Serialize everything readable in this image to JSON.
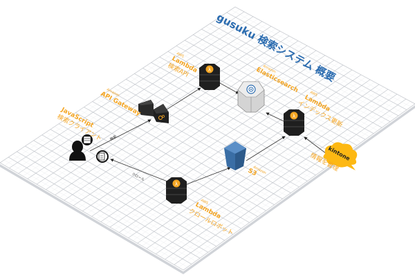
{
  "title": "gusuku 検索システム 概要",
  "colors": {
    "accent": "#f5a623",
    "title": "#2b6cb0",
    "node_dark": "#1f1f1f",
    "grid_line": "#c9ccd1",
    "es_body": "#d4d4d4",
    "s3_blue": "#3a6ea5",
    "kintone_yellow": "#fdb813"
  },
  "nodes": [
    {
      "id": "client",
      "icon": "user-icon",
      "vendor": "",
      "service": "JavaScript",
      "label": "検索クライアント"
    },
    {
      "id": "apigw",
      "icon": "api-gateway-icon",
      "vendor": "Amazon",
      "service": "API Gateway",
      "label": ""
    },
    {
      "id": "lambda_search",
      "icon": "lambda-icon",
      "vendor": "AWS",
      "service": "Lambda",
      "label": "検索API"
    },
    {
      "id": "es",
      "icon": "elasticsearch-icon",
      "vendor": "Amazon",
      "service": "Elasticsearch",
      "label": ""
    },
    {
      "id": "lambda_index",
      "icon": "lambda-icon",
      "vendor": "AWS",
      "service": "Lambda",
      "label": "インデックス更新"
    },
    {
      "id": "s3",
      "icon": "s3-bucket-icon",
      "vendor": "Amazon",
      "service": "S3",
      "label": ""
    },
    {
      "id": "lambda_crawl",
      "icon": "lambda-icon",
      "vendor": "AWS",
      "service": "Lambda",
      "label": "クロールロボット"
    },
    {
      "id": "kintone",
      "icon": "kintone-cloud-icon",
      "vendor": "",
      "service": "kintone",
      "label": "情報を管理"
    }
  ],
  "edges": [
    {
      "from": "client",
      "to": "apigw",
      "label": "検索"
    },
    {
      "from": "apigw",
      "to": "lambda_search",
      "label": ""
    },
    {
      "from": "lambda_search",
      "to": "es",
      "label": ""
    },
    {
      "from": "lambda_index",
      "to": "es",
      "label": ""
    },
    {
      "from": "lambda_crawl",
      "to": "s3",
      "label": ""
    },
    {
      "from": "s3",
      "to": "lambda_index",
      "label": ""
    },
    {
      "from": "kintone",
      "to": "lambda_index",
      "label": ""
    },
    {
      "from": "lambda_crawl",
      "to": "web_page",
      "label": "クロール"
    }
  ]
}
